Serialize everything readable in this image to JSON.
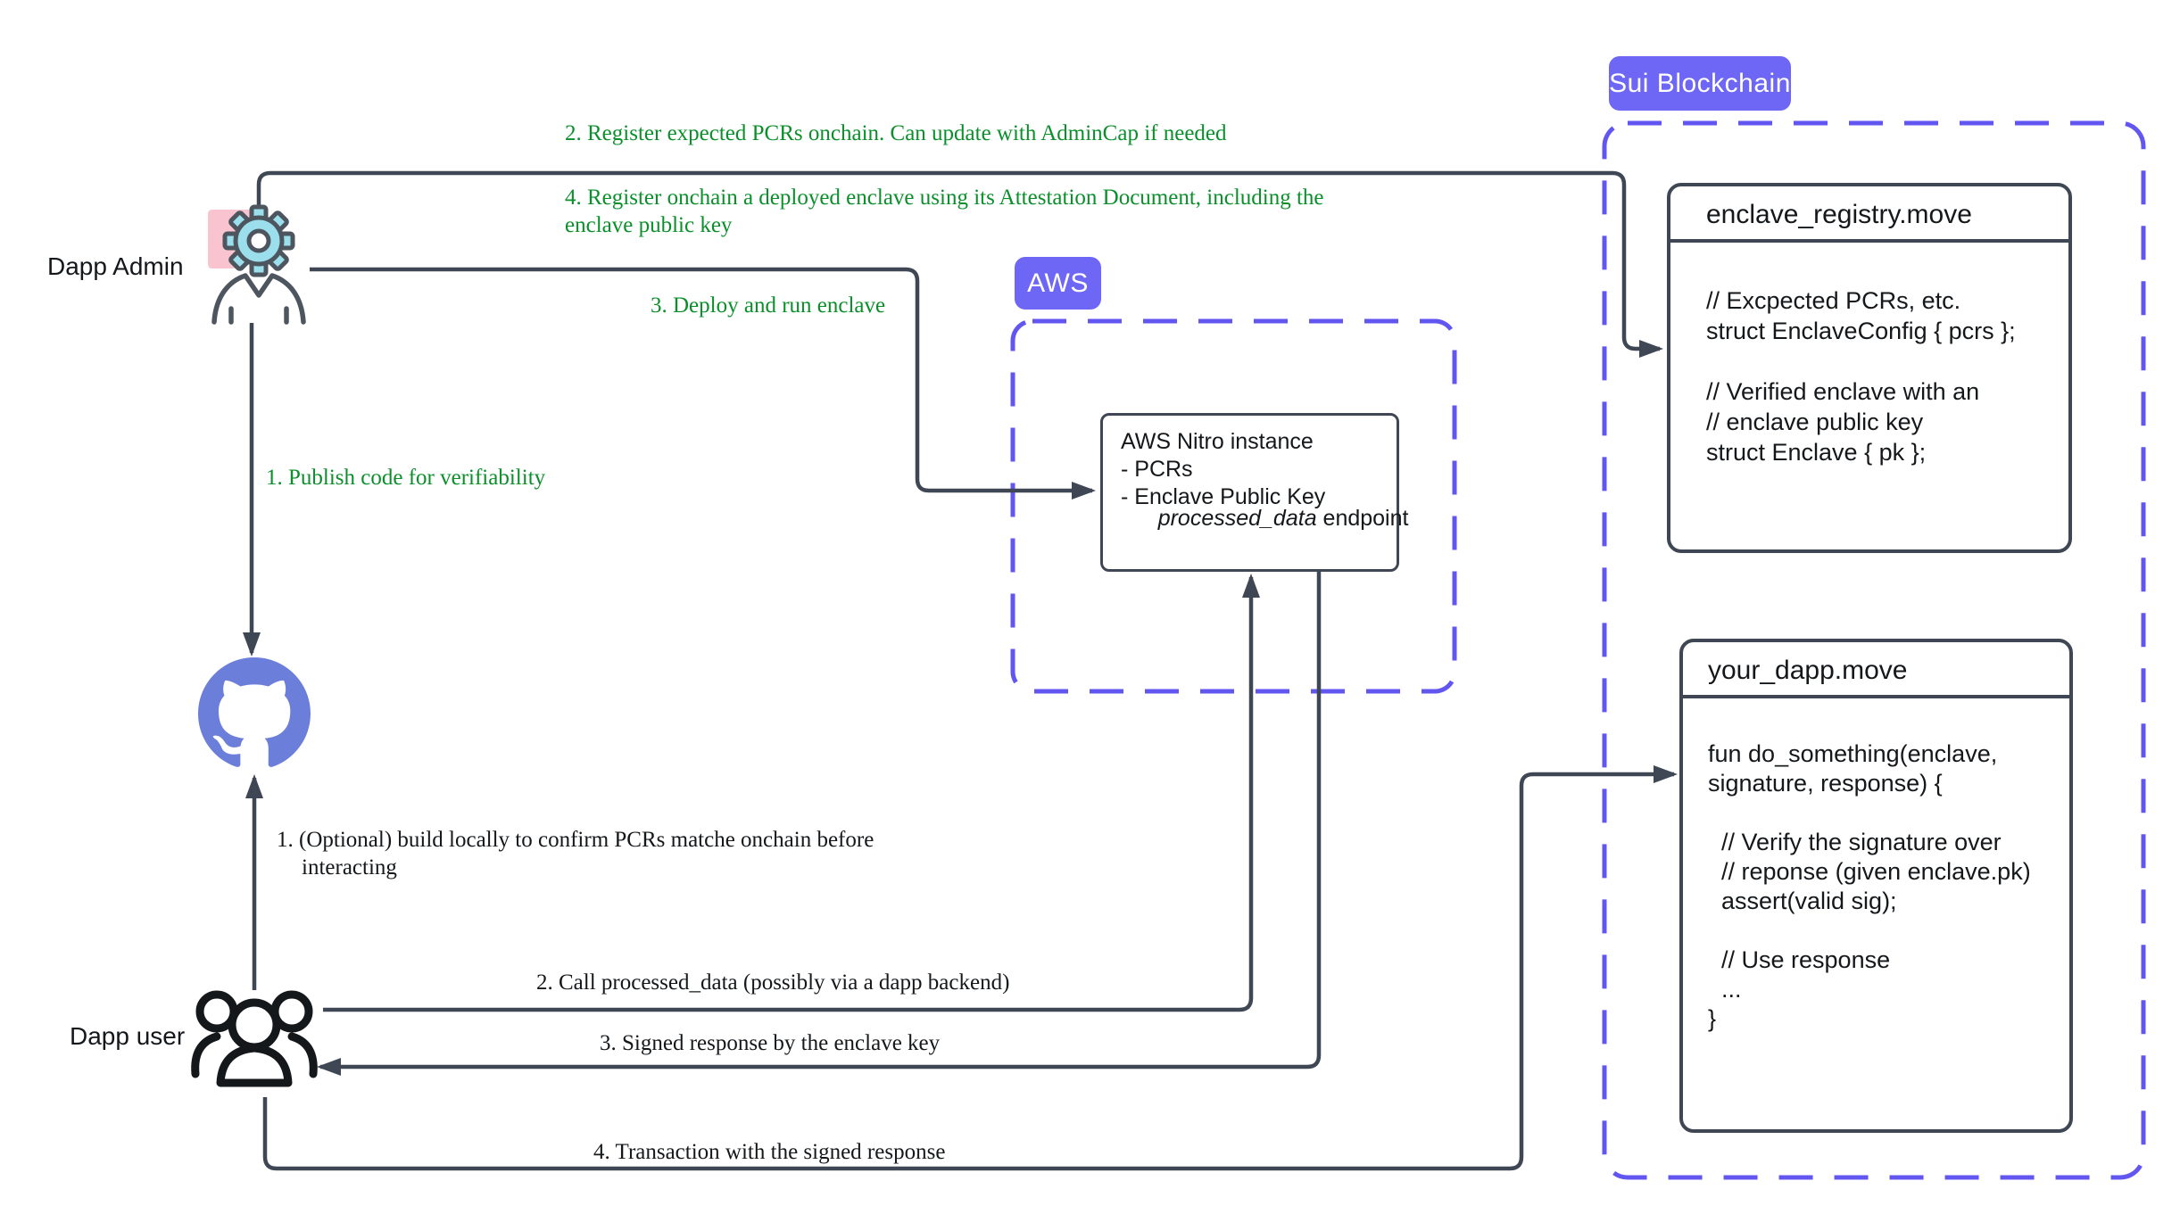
{
  "colors": {
    "accent_purple": "#6e66f5",
    "dash_purple": "#6256f1",
    "line_dark": "#3e4753",
    "annotation_green": "#0b8f2b",
    "github_blue": "#6b7ed9",
    "pink": "#f9c3cf",
    "gear_cyan": "#9bdfed"
  },
  "badges": {
    "sui": "Sui Blockchain",
    "aws": "AWS"
  },
  "actors": {
    "admin": "Dapp Admin",
    "user": "Dapp user"
  },
  "boxes": {
    "registry": {
      "title": "enclave_registry.move",
      "code": "// Excpected PCRs, etc.\nstruct EnclaveConfig { pcrs };\n\n// Verified enclave with an\n// enclave public key\nstruct Enclave { pk };"
    },
    "dapp": {
      "title": "your_dapp.move",
      "code": "fun do_something(enclave,\nsignature, response) {\n\n  // Verify the signature over\n  // reponse (given enclave.pk)\n  assert(valid sig);\n\n  // Use response\n  ...\n}"
    },
    "nitro": {
      "title_and_items": "AWS Nitro instance\n- PCRs\n- Enclave Public Key",
      "endpoint_italic": "processed_data",
      "endpoint_rest": " endpoint"
    }
  },
  "annotations": {
    "admin_flow": [
      {
        "id": "register-pcrs",
        "text": "2. Register expected PCRs onchain. Can update with AdminCap if needed"
      },
      {
        "id": "register-enclave",
        "text": "4. Register onchain a deployed enclave using its Attestation Document, including the enclave public key"
      },
      {
        "id": "deploy-enclave",
        "text": "3. Deploy and run enclave"
      },
      {
        "id": "publish-code",
        "text": "1. Publish code for verifiability"
      }
    ],
    "user_flow": [
      {
        "id": "build-locally",
        "text": "1. (Optional) build locally to confirm PCRs matche onchain before interacting"
      },
      {
        "id": "call-endpoint",
        "text": "2. Call processed_data (possibly via a dapp backend)"
      },
      {
        "id": "signed-response",
        "text": "3. Signed response by the enclave key"
      },
      {
        "id": "transaction",
        "text": "4. Transaction with the signed response"
      }
    ]
  }
}
